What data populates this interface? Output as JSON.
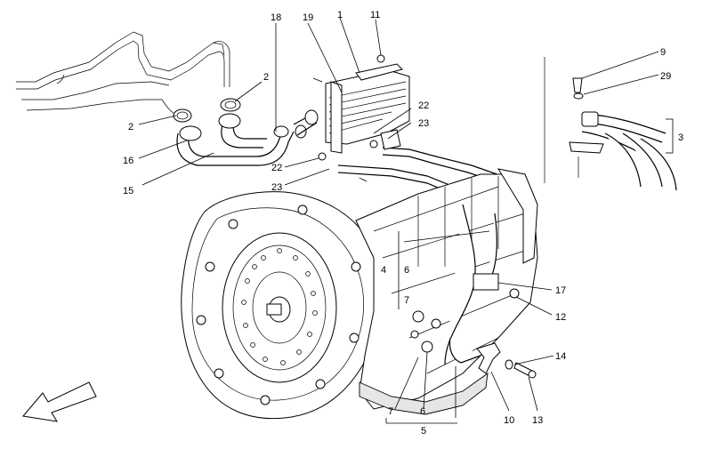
{
  "diagram": {
    "callouts": [
      {
        "id": "c18",
        "text": "18"
      },
      {
        "id": "c19",
        "text": "19"
      },
      {
        "id": "c1",
        "text": "1"
      },
      {
        "id": "c11",
        "text": "11"
      },
      {
        "id": "c2a",
        "text": "2"
      },
      {
        "id": "c2b",
        "text": "2"
      },
      {
        "id": "c16",
        "text": "16"
      },
      {
        "id": "c15",
        "text": "15"
      },
      {
        "id": "c22a",
        "text": "22"
      },
      {
        "id": "c23a",
        "text": "23"
      },
      {
        "id": "c22b",
        "text": "22"
      },
      {
        "id": "c23b",
        "text": "23"
      },
      {
        "id": "c9",
        "text": "9"
      },
      {
        "id": "c29",
        "text": "29"
      },
      {
        "id": "c3",
        "text": "3"
      },
      {
        "id": "c4",
        "text": "4"
      },
      {
        "id": "c6a",
        "text": "6"
      },
      {
        "id": "c7a",
        "text": "7"
      },
      {
        "id": "c17",
        "text": "17"
      },
      {
        "id": "c12",
        "text": "12"
      },
      {
        "id": "c14",
        "text": "14"
      },
      {
        "id": "c7b",
        "text": "7"
      },
      {
        "id": "c6b",
        "text": "6"
      },
      {
        "id": "c5",
        "text": "5"
      },
      {
        "id": "c10",
        "text": "10"
      },
      {
        "id": "c13",
        "text": "13"
      }
    ]
  }
}
